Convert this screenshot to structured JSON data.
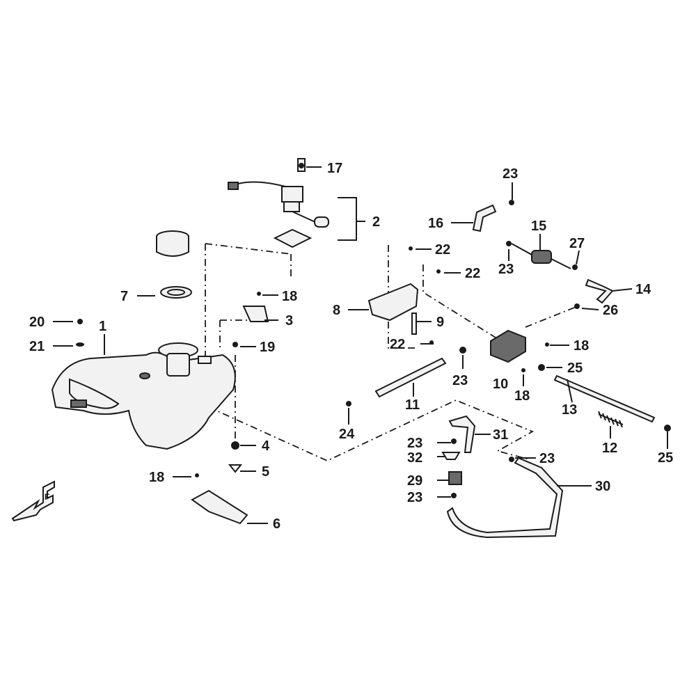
{
  "diagram": {
    "callouts": [
      {
        "id": "c17",
        "number": "17"
      },
      {
        "id": "c2",
        "number": "2"
      },
      {
        "id": "c7",
        "number": "7"
      },
      {
        "id": "c18a",
        "number": "18"
      },
      {
        "id": "c3",
        "number": "3"
      },
      {
        "id": "c20",
        "number": "20"
      },
      {
        "id": "c1",
        "number": "1"
      },
      {
        "id": "c21",
        "number": "21"
      },
      {
        "id": "c19",
        "number": "19"
      },
      {
        "id": "c4",
        "number": "4"
      },
      {
        "id": "c5",
        "number": "5"
      },
      {
        "id": "c18b",
        "number": "18"
      },
      {
        "id": "c6",
        "number": "6"
      },
      {
        "id": "c23a",
        "number": "23"
      },
      {
        "id": "c16",
        "number": "16"
      },
      {
        "id": "c15",
        "number": "15"
      },
      {
        "id": "c27",
        "number": "27"
      },
      {
        "id": "c23b",
        "number": "23"
      },
      {
        "id": "c14",
        "number": "14"
      },
      {
        "id": "c26",
        "number": "26"
      },
      {
        "id": "c22a",
        "number": "22"
      },
      {
        "id": "c22b",
        "number": "22"
      },
      {
        "id": "c8",
        "number": "8"
      },
      {
        "id": "c9",
        "number": "9"
      },
      {
        "id": "c22c",
        "number": "22"
      },
      {
        "id": "c18c",
        "number": "18"
      },
      {
        "id": "c23c",
        "number": "23"
      },
      {
        "id": "c10",
        "number": "10"
      },
      {
        "id": "c25a",
        "number": "25"
      },
      {
        "id": "c18d",
        "number": "18"
      },
      {
        "id": "c11",
        "number": "11"
      },
      {
        "id": "c13",
        "number": "13"
      },
      {
        "id": "c24",
        "number": "24"
      },
      {
        "id": "c12",
        "number": "12"
      },
      {
        "id": "c25b",
        "number": "25"
      },
      {
        "id": "c31",
        "number": "31"
      },
      {
        "id": "c23d",
        "number": "23"
      },
      {
        "id": "c32",
        "number": "32"
      },
      {
        "id": "c23e",
        "number": "23"
      },
      {
        "id": "c29",
        "number": "29"
      },
      {
        "id": "c30",
        "number": "30"
      },
      {
        "id": "c23f",
        "number": "23"
      }
    ],
    "direction_marker": "F"
  }
}
